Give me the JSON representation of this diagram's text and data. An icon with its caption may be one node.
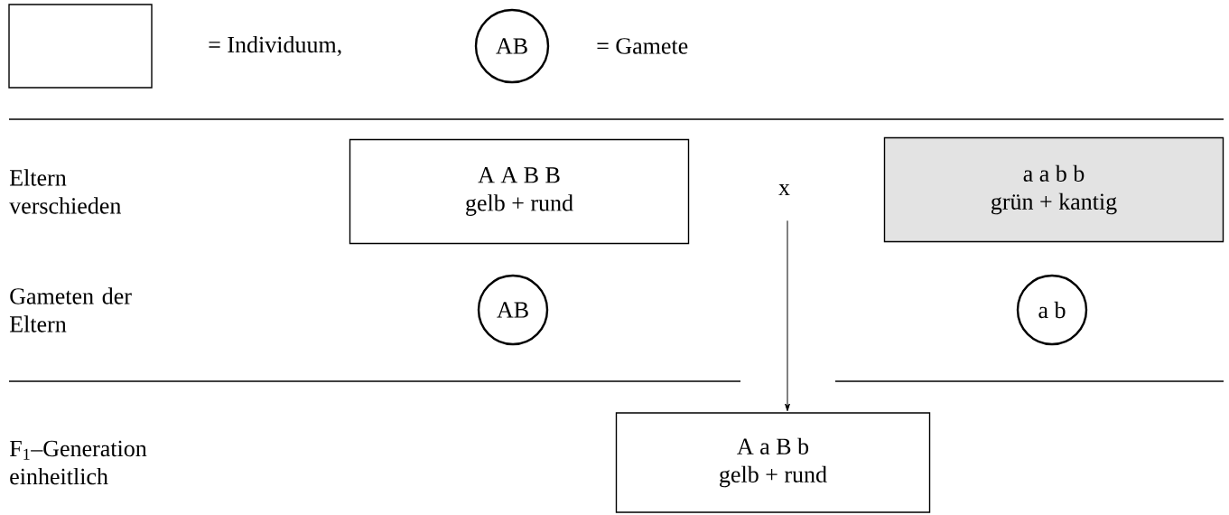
{
  "diagram": {
    "nodes": [
      {
        "text": [],
        "shape": "box",
        "beside": [
          "= Individuum,"
        ]
      },
      {
        "text": [
          "AB"
        ],
        "beside": [
          "= Gamete"
        ]
      },
      {
        "text": [
          "A A B B",
          "gelb + rund"
        ]
      },
      {
        "text": [
          "a a b b",
          "grün + kantig"
        ]
      },
      {
        "text": [
          "AB"
        ]
      },
      {
        "text": [
          "a b"
        ]
      },
      {
        "text": [
          "A a B b",
          "gelb + rund"
        ]
      }
    ],
    "edges": [
      {
        "from": null,
        "to": 6,
        "arrow": "to"
      }
    ],
    "labels": [
      "Eltern verschieden",
      "x",
      "Gameten der Eltern",
      "F$_{1}$–Generation einheitlich"
    ]
  }
}
